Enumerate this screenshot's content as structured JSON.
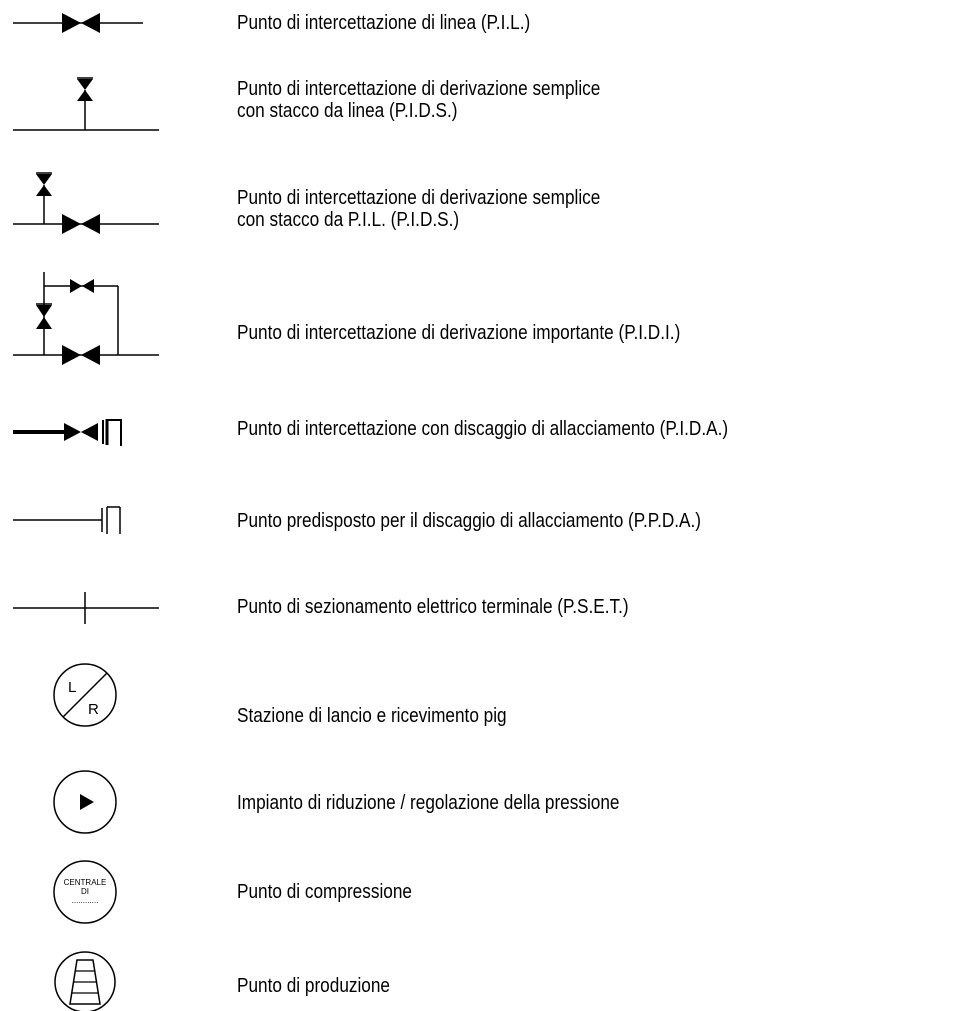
{
  "legend": [
    {
      "id": "pil",
      "icon": "line-valve-symbol",
      "lines": [
        "Punto  di  intercettazione  di linea  (P.I.L.)"
      ]
    },
    {
      "id": "pids1",
      "icon": "branch-valve-on-line-symbol",
      "lines": [
        "Punto  di  intercettazione  di  derivazione  semplice",
        "con  stacco  da  linea  (P.I.D.S.)"
      ]
    },
    {
      "id": "pids2",
      "icon": "branch-valve-on-pil-symbol",
      "lines": [
        "Punto  di  intercettazione  di derivazione  semplice",
        "con  stacco  da  P.I.L. (P.I.D.S.)"
      ]
    },
    {
      "id": "pidi",
      "icon": "important-branch-valve-symbol",
      "lines": [
        "Punto  di  intercettazione  di derivazione  importante  (P.I.D.I.)"
      ]
    },
    {
      "id": "pida",
      "icon": "valve-with-disconnect-symbol",
      "lines": [
        "Punto  di intercettazione  con  discaggio  di  allacciamento  (P.I.D.A.)"
      ]
    },
    {
      "id": "ppda",
      "icon": "prepared-disconnect-symbol",
      "lines": [
        "Punto  predisposto  per il  discaggio  di  allacciamento  (P.P.D.A.)"
      ]
    },
    {
      "id": "pset",
      "icon": "electrical-section-symbol",
      "lines": [
        "Punto  di  sezionamento  elettrico  terminale  (P.S.E.T.)"
      ]
    },
    {
      "id": "pig",
      "icon": "pig-station-symbol",
      "lines": [
        "Stazione  di lancio  e  ricevimento  pig"
      ],
      "icon_text": [
        "L",
        "R"
      ]
    },
    {
      "id": "rid",
      "icon": "pressure-reduction-symbol",
      "lines": [
        "Impianto  di  riduzione  / regolazione  della  pressione"
      ]
    },
    {
      "id": "comp",
      "icon": "compression-station-symbol",
      "lines": [
        "Punto  di  compressione"
      ],
      "icon_text": [
        "CENTRALE",
        "DI",
        "............"
      ]
    },
    {
      "id": "prod",
      "icon": "production-point-symbol",
      "lines": [
        "Punto  di  produzione"
      ]
    }
  ]
}
